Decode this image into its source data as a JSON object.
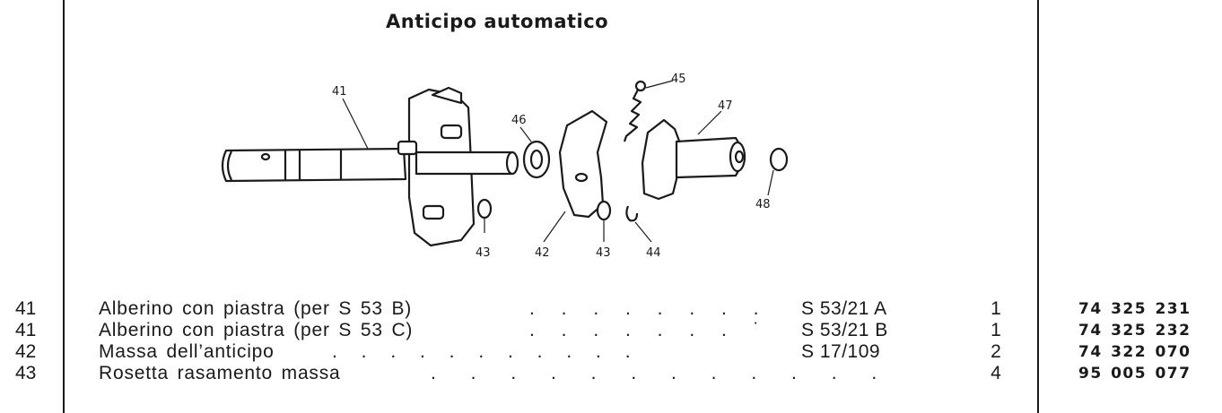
{
  "header": {
    "title": "Anticipo automatico"
  },
  "drawing": {
    "callouts": {
      "c41": "41",
      "c46": "46",
      "c45": "45",
      "c47": "47",
      "c48": "48",
      "c43a": "43",
      "c42": "42",
      "c43b": "43",
      "c44": "44"
    }
  },
  "table": {
    "rows": [
      {
        "ref": "41",
        "description": "Alberino con piastra (per S 53 B)",
        "dots": ". . . . . . . .",
        "code": "S 53/21 A",
        "qty": "1",
        "part_number": "74 325 231"
      },
      {
        "ref": "41",
        "description": "Alberino con piastra (per S 53 C)",
        "dots": ". . . . . . . ˙",
        "code": "S 53/21 B",
        "qty": "1",
        "part_number": "74 325 232"
      },
      {
        "ref": "42",
        "description": "Massa dell’anticipo",
        "dots": ". . . . . . . . . . .",
        "code": "S 17/109",
        "qty": "2",
        "part_number": "74 322 070"
      },
      {
        "ref": "43",
        "description": "Rosetta rasamento massa",
        "dots": ". . . . . . . . . . . .",
        "code": "",
        "qty": "4",
        "part_number": "95 005 077"
      }
    ]
  }
}
